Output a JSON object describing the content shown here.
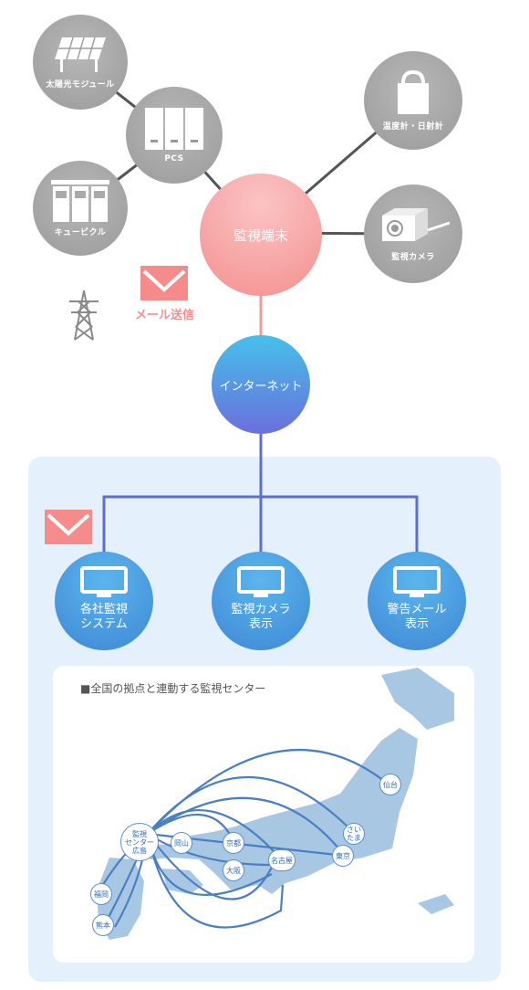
{
  "nodes": {
    "solar_module": "太陽光モジュール",
    "pcs": "PCS",
    "cubicle": "キュービクル",
    "thermometer": "温度計・日射計",
    "camera": "監視カメラ",
    "terminal": "監視端末",
    "mail_send": "メール送信",
    "internet": "インターネット"
  },
  "services": [
    {
      "line1": "各社監視",
      "line2": "システム"
    },
    {
      "line1": "監視カメラ",
      "line2": "表示"
    },
    {
      "line1": "警告メール",
      "line2": "表示"
    }
  ],
  "map": {
    "title": "■全国の拠点と連動する監視センター",
    "center": {
      "line1": "監視",
      "line2": "センター",
      "line3": "広島"
    },
    "cities": [
      "岡山",
      "京都",
      "大阪",
      "名古屋",
      "さい たま",
      "東京",
      "仙台",
      "福岡",
      "熊本"
    ]
  },
  "colors": {
    "terminal": "#f48f8f",
    "internet_top": "#46c0ea",
    "internet_bottom": "#6a6fdc",
    "service_blue": "#3f87d6",
    "mail_pink": "#f58b8b",
    "route_blue": "#4a7fc4",
    "panel_bg": "#e4f1fc"
  }
}
